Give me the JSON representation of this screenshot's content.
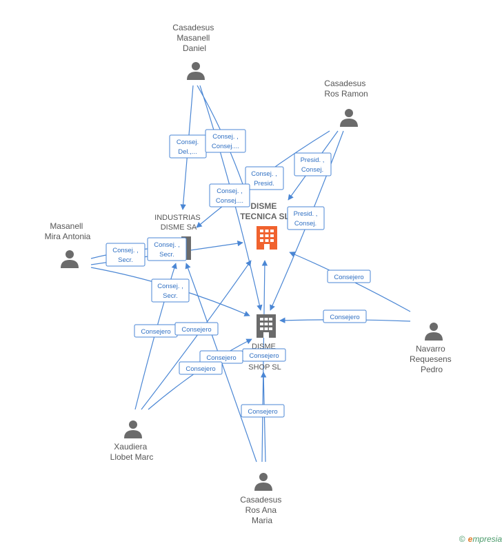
{
  "nodes": {
    "daniel": [
      "Casadesus",
      "Masanell",
      "Daniel"
    ],
    "ramon": [
      "Casadesus",
      "Ros Ramon"
    ],
    "mira": [
      "Masanell",
      "Mira Antonia"
    ],
    "navarro": [
      "Navarro",
      "Requesens",
      "Pedro"
    ],
    "xaudiera": [
      "Xaudiera",
      "Llobet Marc"
    ],
    "ana": [
      "Casadesus",
      "Ros Ana",
      "Maria"
    ],
    "industrias": [
      "INDUSTRIAS",
      "DISME SA"
    ],
    "tecnica": [
      "DISME",
      "TECNICA SL"
    ],
    "shop": [
      "DISME",
      "SHOP SL"
    ]
  },
  "roles": {
    "r1": [
      "Consej.",
      "Del.,..."
    ],
    "r2": [
      "Consej. ,",
      "Consej...."
    ],
    "r3": [
      "Consej. ,",
      "Presid."
    ],
    "r4": [
      "Presid. ,",
      "Consej."
    ],
    "r5": [
      "Consej. ,",
      "Consej...."
    ],
    "r6": [
      "Presid. ,",
      "Consej."
    ],
    "r7": [
      "Consej. ,",
      "Secr."
    ],
    "r8": [
      "Consej. ,",
      "Secr."
    ],
    "r9": [
      "Consej. ,",
      "Secr."
    ],
    "r10": [
      "Consejero"
    ],
    "r11": [
      "Consejero"
    ],
    "r12": [
      "Consejero"
    ],
    "r13": [
      "Consejero"
    ],
    "r14": [
      "Consejero"
    ],
    "r15": [
      "Consejero"
    ],
    "r16": [
      "Consejero"
    ],
    "r17": [
      "Consejero"
    ]
  },
  "footer": {
    "copyright": "©",
    "brand_initial": "e",
    "brand_rest": "mpresia"
  },
  "colors": {
    "edge": "#4a86d4",
    "person": "#6b6b6b",
    "focus_company": "#f0622e",
    "company": "#6b6b6b"
  }
}
